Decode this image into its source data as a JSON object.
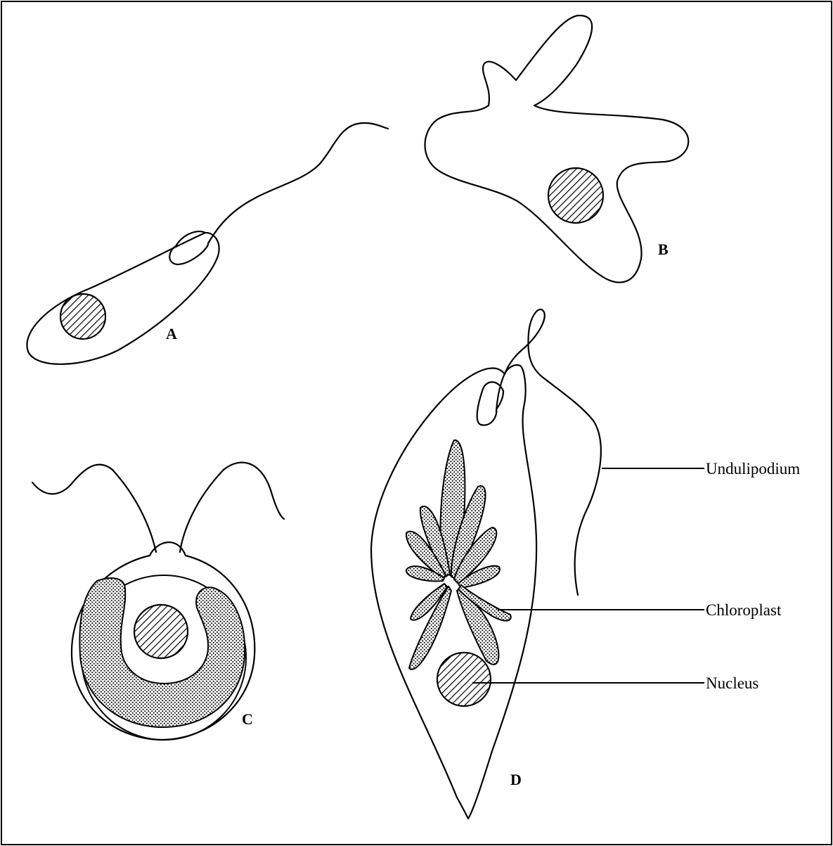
{
  "panels": {
    "a": "A",
    "b": "B",
    "c": "C",
    "d": "D"
  },
  "labels": {
    "undulipodium": "Undulipodium",
    "chloroplast": "Chloroplast",
    "nucleus": "Nucleus"
  }
}
